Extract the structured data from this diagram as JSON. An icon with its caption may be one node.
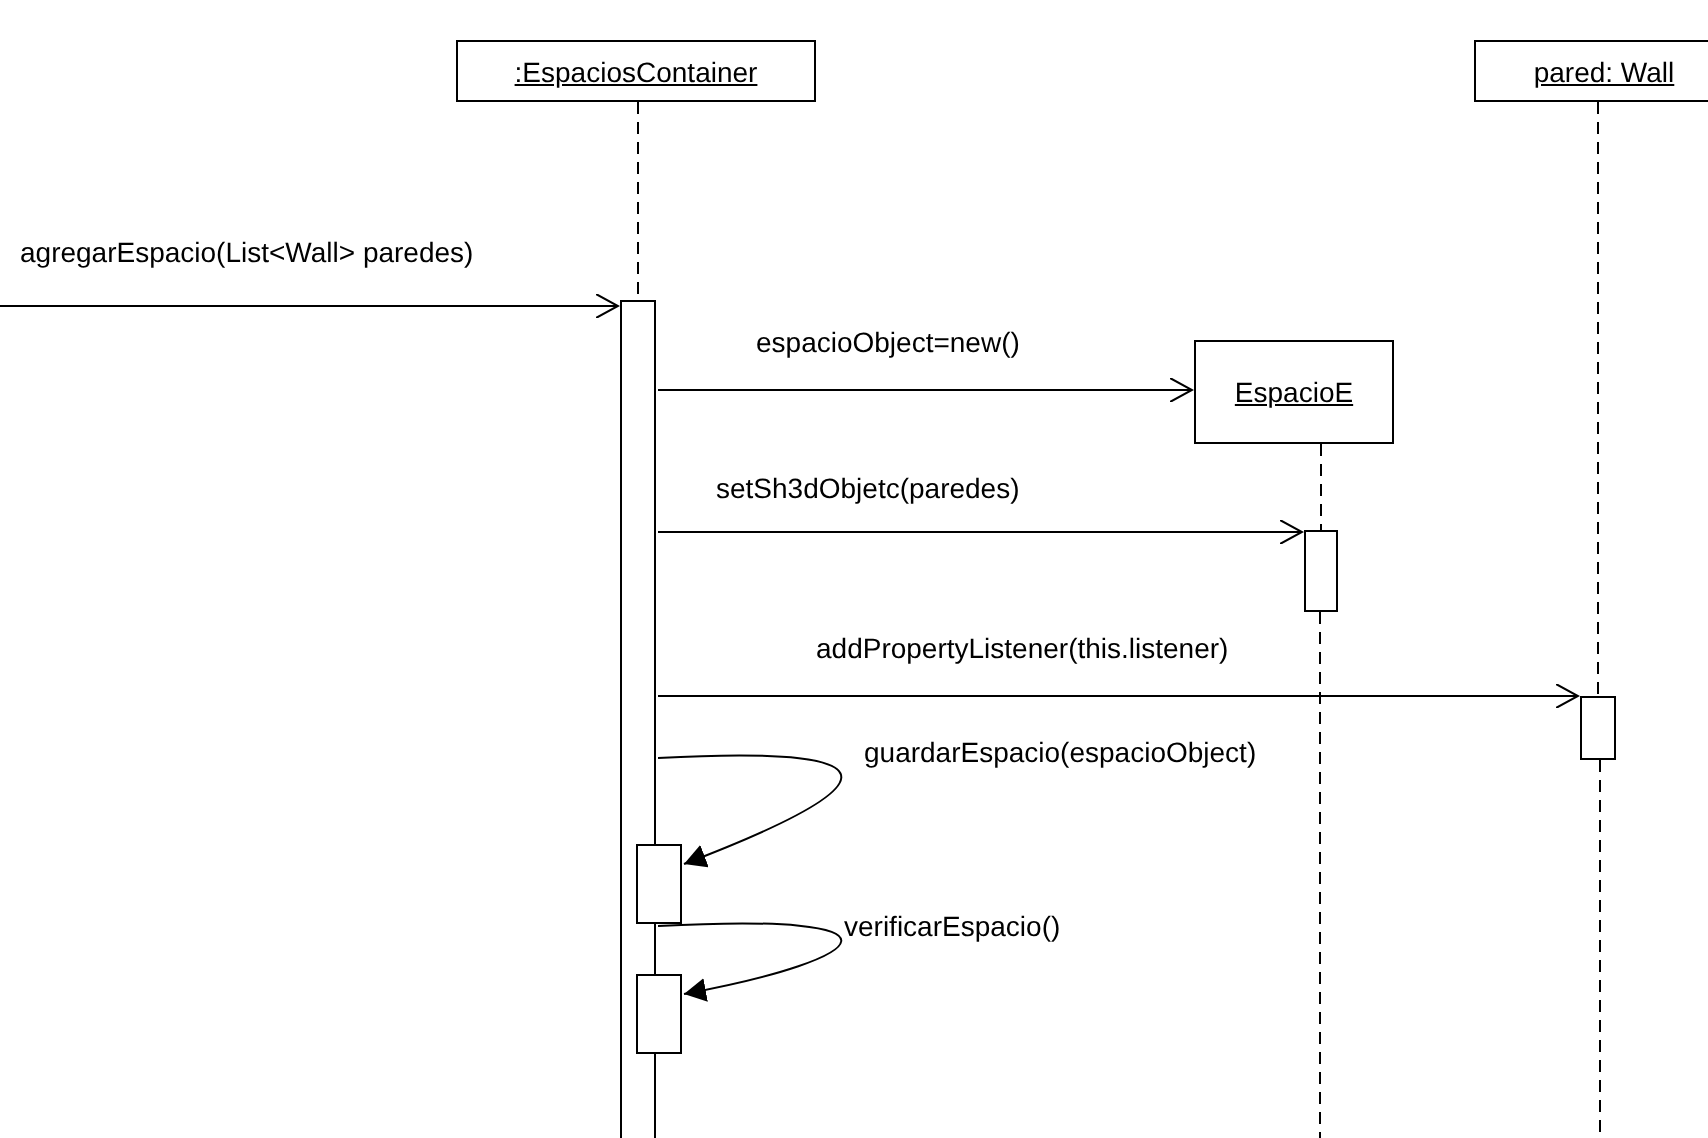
{
  "diagram": {
    "nodes": [
      {
        "text": [
          ":EspaciosContainer"
        ]
      },
      {
        "text": [
          "EspacioE"
        ]
      },
      {
        "text": [
          "pared: Wall"
        ]
      },
      {
        "text": [],
        "shape": "bar"
      },
      {
        "text": [],
        "shape": "bar"
      },
      {
        "text": [],
        "shape": "bar"
      },
      {
        "text": [],
        "shape": "bar"
      },
      {
        "text": [],
        "shape": "bar"
      }
    ],
    "edges": [
      {
        "from": null,
        "to": 3,
        "arrow": "to",
        "label": "agregarEspacio(List<Wall> paredes)"
      },
      {
        "from": 3,
        "to": 1,
        "arrow": "to",
        "label": "espacioObject=new()"
      },
      {
        "from": 3,
        "to": 4,
        "arrow": "to",
        "label": "setSh3dObjetc(paredes)"
      },
      {
        "from": 3,
        "to": 5,
        "arrow": "to",
        "label": "addPropertyListener(this.listener)"
      },
      {
        "from": 3,
        "to": 6,
        "arrow": "to",
        "label": "guardarEspacio(espacioObject)"
      },
      {
        "from": 3,
        "to": 7,
        "arrow": "to",
        "label": "verificarEspacio()"
      },
      {
        "from": 0,
        "to": 3,
        "arrow": "none",
        "style": "dashed"
      },
      {
        "from": 1,
        "to": 4,
        "arrow": "none",
        "style": "dashed"
      },
      {
        "from": 2,
        "to": 5,
        "arrow": "none",
        "style": "dashed"
      }
    ]
  }
}
